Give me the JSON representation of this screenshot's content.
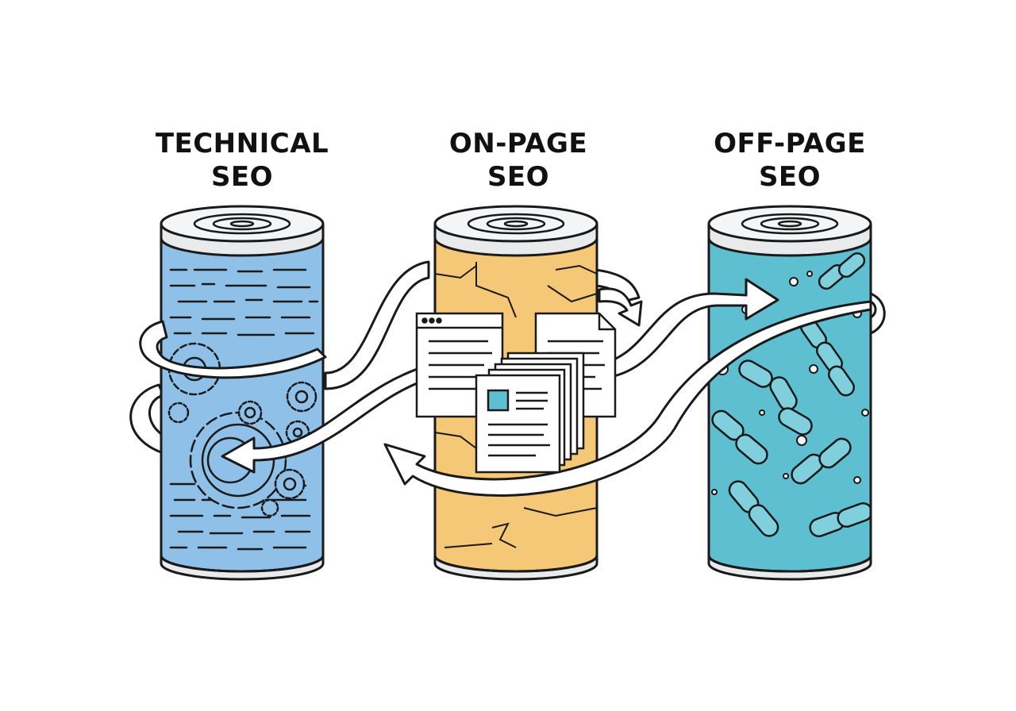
{
  "pillars": [
    {
      "line1": "TECHNICAL",
      "line2": "SEO",
      "color": "#8fc1e8",
      "icon": "gears-and-code-icon"
    },
    {
      "line1": "ON-PAGE",
      "line2": "SEO",
      "color": "#f5c877",
      "icon": "document-pages-icon"
    },
    {
      "line1": "OFF-PAGE",
      "line2": "SEO",
      "color": "#5dbfcf",
      "icon": "chain-links-icon"
    }
  ],
  "colors": {
    "outline": "#1a1a1a",
    "cap": "#e8eaec",
    "arrow_fill": "#ffffff"
  }
}
